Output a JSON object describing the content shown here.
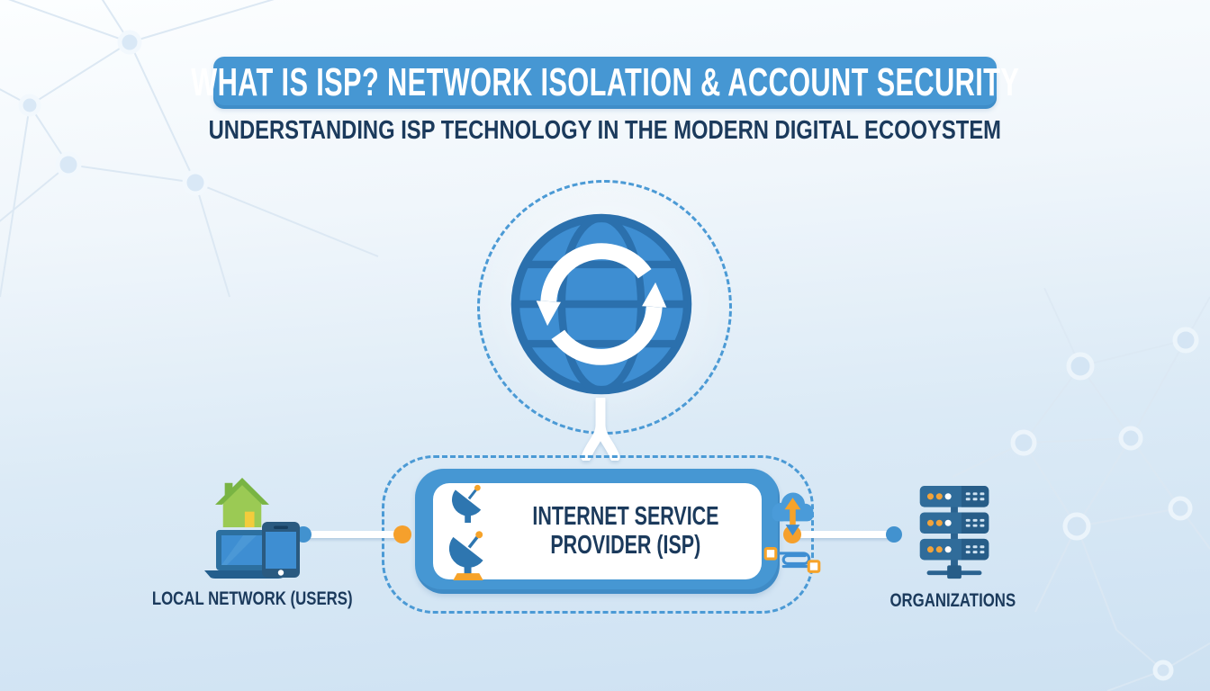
{
  "header": {
    "title": "WHAT IS ISP? NETWORK ISOLATION & ACCOUNT SECURITY",
    "subtitle": "UNDERSTANDING ISP TECHNOLOGY IN THE MODERN DIGITAL ECOOYSTEM"
  },
  "internet": {
    "icon": "globe-sync-icon"
  },
  "isp_box": {
    "label_line1": "INTERNET SERVICE",
    "label_line2": "PROVIDER (ISP)",
    "icons": [
      "satellite-dish-icon",
      "satellite-dish-icon",
      "cloud-transfer-icon",
      "cable-icon"
    ]
  },
  "nodes": {
    "left": {
      "label": "LOCAL NETWORK (USERS)",
      "icons": [
        "house-icon",
        "laptop-icon",
        "smartphone-icon"
      ]
    },
    "right": {
      "label": "ORGANIZATIONS",
      "icons": [
        "server-rack-icon"
      ]
    }
  },
  "colors": {
    "banner_blue": "#4697d3",
    "navy_text": "#1b3a5c",
    "globe_fill": "#3e8ed2",
    "globe_grid": "#2b70ad",
    "dashed_outline": "#4b9ad5",
    "connector_white": "#ffffff",
    "orange_accent": "#f5a02c",
    "blue_dot": "#4292cf",
    "house_green": "#9bca54",
    "roof_green": "#79b443",
    "door_yellow": "#f3cc3c",
    "device_blue": "#3e8ed2",
    "server_blue": "#306c9a",
    "background_top": "#fbfdff",
    "background_bottom": "#cde1f2"
  }
}
